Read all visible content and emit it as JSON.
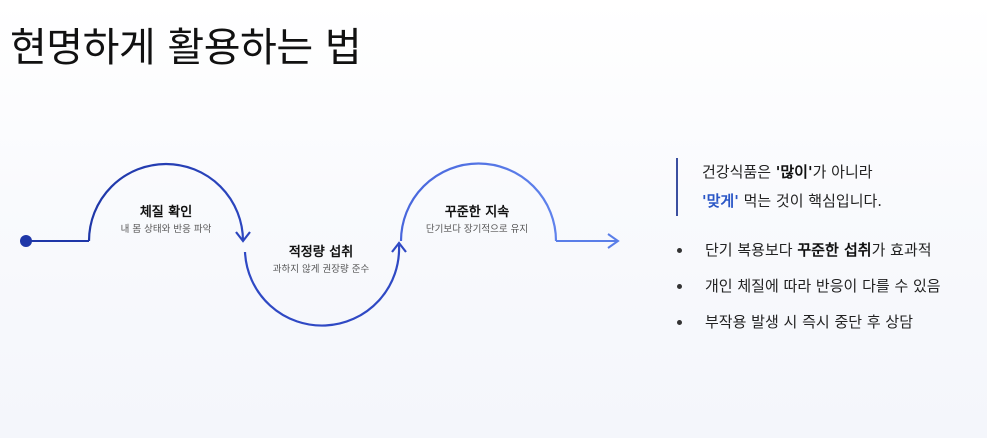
{
  "title": "현명하게 활용하는 법",
  "steps": [
    {
      "title": "체질 확인",
      "sub": "내 몸 상태와 반응 파악"
    },
    {
      "title": "적정량 섭취",
      "sub": "과하지 않게 권장량 준수"
    },
    {
      "title": "꾸준한 지속",
      "sub": "단기보다 장기적으로 유지"
    }
  ],
  "quote": {
    "pre": "건강식품은 ",
    "bold1": "'많이'",
    "mid": "가 아니라",
    "bold2": "'맞게'",
    "post": " 먹는 것이 핵심입니다."
  },
  "points": [
    {
      "pre": "단기 복용보다 ",
      "bold": "꾸준한 섭취",
      "post": "가 효과적"
    },
    {
      "pre": "개인 체질에 따라 반응이 다를 수 있음",
      "bold": "",
      "post": ""
    },
    {
      "pre": "부작용 발생 시 즉시 중단 후 상담",
      "bold": "",
      "post": ""
    }
  ],
  "colors": {
    "dark_blue": "#1f37a8",
    "blue": "#3a5ad9",
    "light_blue": "#5a7ee8"
  }
}
